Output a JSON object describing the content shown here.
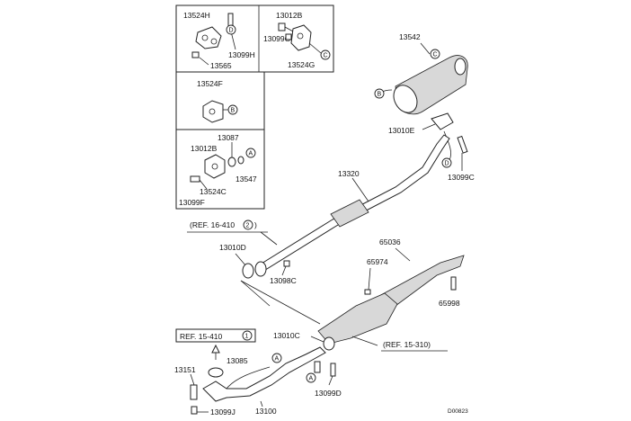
{
  "diagram": {
    "drawing_code": "D00823",
    "inset_boxes": {
      "top_left": {
        "part": "13524H",
        "bolt": "13099H",
        "nut": "13565",
        "marker": "D"
      },
      "top_right": {
        "bolt_label": "13012B",
        "nut_label": "13099G",
        "hanger": "13524G",
        "marker": "C"
      },
      "middle": {
        "hanger": "13524F",
        "marker": "B"
      },
      "bottom": {
        "part_a": "13087",
        "part_b": "13012B",
        "marker": "A",
        "part_c": "13547",
        "hanger": "13524C",
        "bolt": "13099F"
      }
    },
    "main_parts": {
      "muffler": "13542",
      "muffler_gasket": "13010E",
      "muffler_bolt": "13099C",
      "center_pipe": "13320",
      "ref_top": "(REF. 16-410",
      "ref_top_num": "2",
      "ref_top_close": ")",
      "center_gasket": "13010D",
      "center_bolt": "13098C",
      "heat_shield": "65036",
      "heat_shield_sub": "65974",
      "shield_bolt": "65998",
      "cat_gasket": "13010C",
      "ref_bottom_right": "(REF. 15-310)",
      "ref_bottom_left": "REF. 15-410",
      "ref_bottom_left_num": "1",
      "front_gasket": "13085",
      "front_stud": "13151",
      "front_pipe": "13100",
      "front_nut": "13099J",
      "front_bolt": "13099D"
    },
    "markers": {
      "a": "A",
      "b": "B",
      "c": "C",
      "d": "D"
    }
  }
}
